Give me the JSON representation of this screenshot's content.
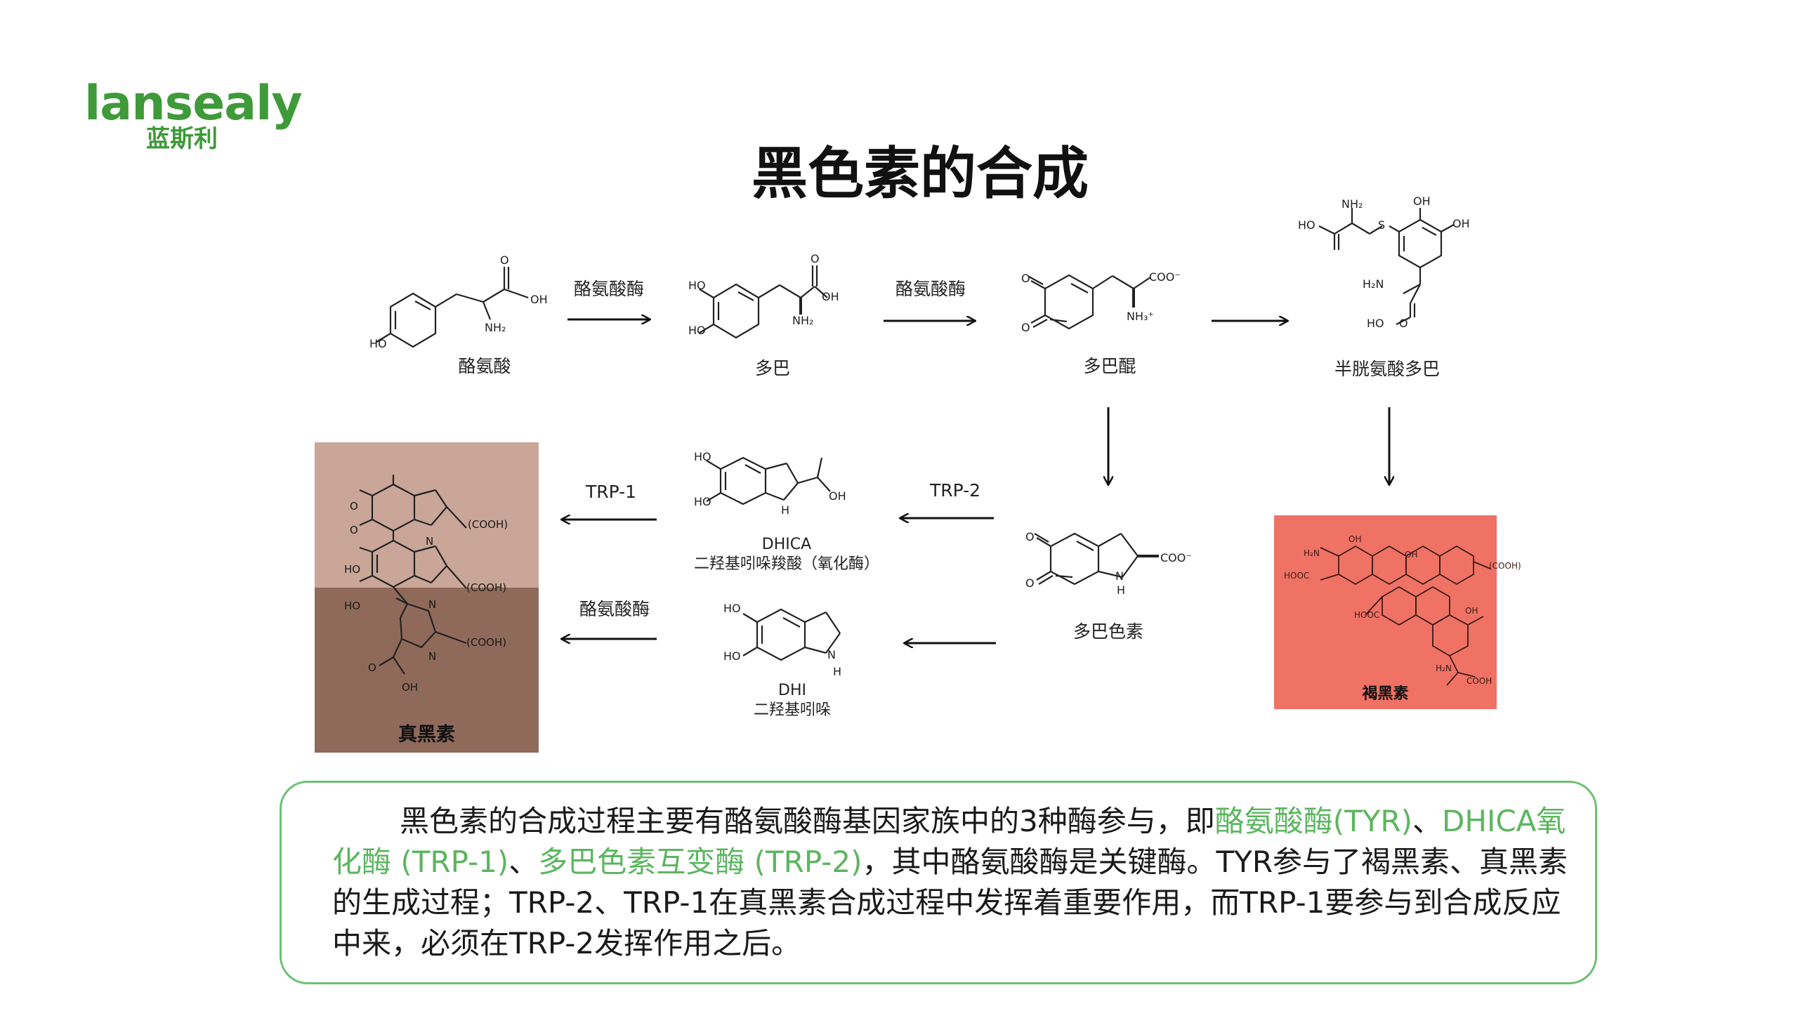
{
  "logo": {
    "brand": "lansealy",
    "brand_cn": "蓝斯利"
  },
  "title": "黑色素的合成",
  "compounds": {
    "tyrosine": "酪氨酸",
    "dopa": "多巴",
    "dopaquinone": "多巴醌",
    "cysteinyldopa": "半胱氨酸多巴",
    "dopachrome": "多巴色素",
    "dhica_name": "DHICA",
    "dhica_desc": "二羟基吲哚羧酸（氧化酶）",
    "dhi_name": "DHI",
    "dhi_desc": "二羟基吲哚",
    "eumelanin": "真黑素",
    "pheomelanin": "褐黑素"
  },
  "enzymes": {
    "tyr1": "酪氨酸酶",
    "tyr2": "酪氨酸酶",
    "trp2": "TRP-2",
    "trp1": "TRP-1",
    "tyr3": "酪氨酸酶"
  },
  "description": {
    "p1": "黑色素的合成过程主要有酪氨酸酶基因家族中的3种酶参与，即",
    "h1": "酪氨酸酶(TYR)",
    "p2": "、",
    "h2": "DHICA氧化酶 (TRP-1)",
    "p3": "、",
    "h3": "多巴色素互变酶 (TRP-2)",
    "p4": "，其中酪氨酸酶是关键酶。TYR参与了褐黑素、真黑素的生成过程；TRP-2、TRP-1在真黑素合成过程中发挥着重要作用，而TRP-1要参与到合成反应中来，必须在TRP-2发挥作用之后。"
  },
  "colors": {
    "brand_green": "#3f9a3a",
    "highlight_green": "#5bb55f",
    "eumelanin_light": "#c9a698",
    "eumelanin_dark": "#8f6a5a",
    "pheomelanin": "#ef7265"
  }
}
